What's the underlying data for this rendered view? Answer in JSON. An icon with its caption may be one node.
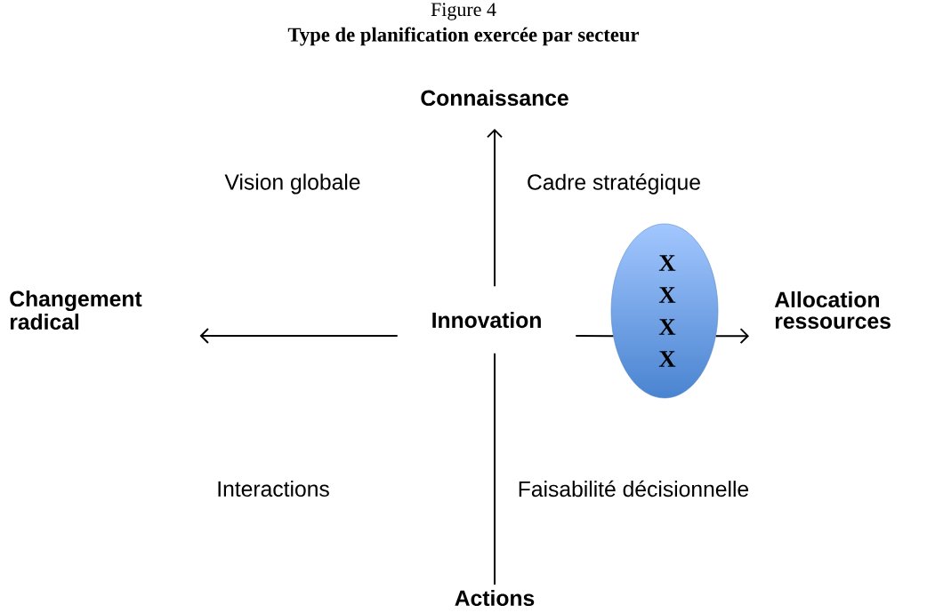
{
  "diagram": {
    "title": "Type de planification exercée par secteur",
    "nodes": [
      {
        "text": [
          "Connaissance"
        ]
      },
      {
        "text": [
          "Changement radical"
        ]
      },
      {
        "text": [
          "Innovation"
        ]
      },
      {
        "text": [
          "Allocation ressources"
        ]
      },
      {
        "text": [
          "Actions"
        ]
      },
      {
        "text": [
          "X X X X"
        ]
      }
    ],
    "edges": [
      {
        "from": 2,
        "to": 0,
        "arrow": "to"
      },
      {
        "from": 2,
        "to": 1,
        "arrow": "to"
      },
      {
        "from": 2,
        "to": 5,
        "arrow": "none"
      },
      {
        "from": 5,
        "to": 3,
        "arrow": "to"
      },
      {
        "from": 2,
        "to": 4,
        "arrow": "none"
      }
    ],
    "labels": [
      "Figure 4",
      "Vision globale",
      "Cadre stratégique",
      "Interactions",
      "Faisabilité décisionnelle"
    ]
  }
}
